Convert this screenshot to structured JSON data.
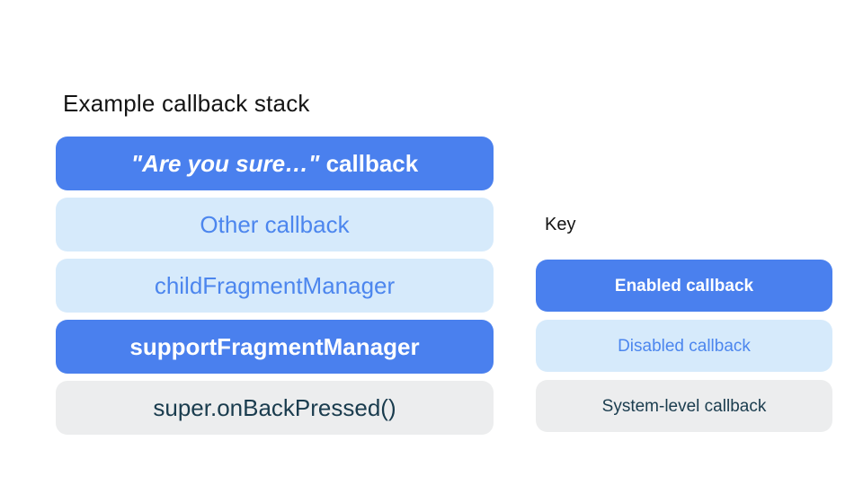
{
  "colors": {
    "enabled_bg": "#4a80ee",
    "enabled_text": "#ffffff",
    "disabled_bg": "#d6eafb",
    "disabled_text": "#4c86ee",
    "system_bg": "#ecedee",
    "system_text": "#1a3c4e"
  },
  "stack": {
    "title": "Example callback stack",
    "items": [
      {
        "label_quoted": "\"Are you sure…\"",
        "label_suffix": " callback",
        "variant": "enabled"
      },
      {
        "label": "Other callback",
        "variant": "disabled"
      },
      {
        "label": "childFragmentManager",
        "variant": "disabled"
      },
      {
        "label": "supportFragmentManager",
        "variant": "enabled"
      },
      {
        "label": "super.onBackPressed()",
        "variant": "system"
      }
    ]
  },
  "key": {
    "title": "Key",
    "items": [
      {
        "label": "Enabled callback",
        "variant": "enabled"
      },
      {
        "label": "Disabled callback",
        "variant": "disabled"
      },
      {
        "label": "System-level callback",
        "variant": "system"
      }
    ]
  }
}
